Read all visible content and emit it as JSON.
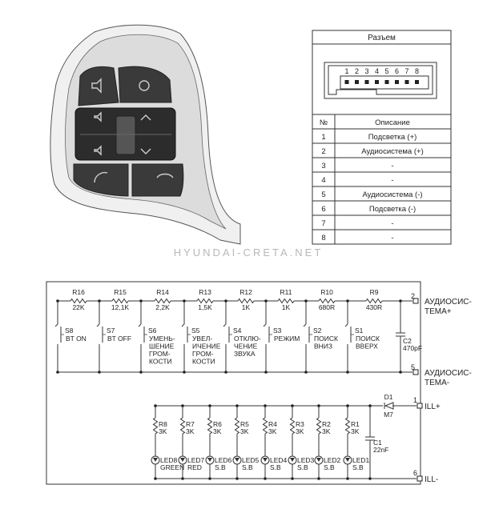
{
  "connector": {
    "title": "Разъем",
    "pins": [
      "1",
      "2",
      "3",
      "4",
      "5",
      "6",
      "7",
      "8"
    ],
    "col_no": "№",
    "col_desc": "Описание",
    "rows": [
      {
        "no": "1",
        "desc": "Подсветка (+)"
      },
      {
        "no": "2",
        "desc": "Аудиосистема (+)"
      },
      {
        "no": "3",
        "desc": "-"
      },
      {
        "no": "4",
        "desc": "-"
      },
      {
        "no": "5",
        "desc": "Аудиосистема (-)"
      },
      {
        "no": "6",
        "desc": "Подсветка (-)"
      },
      {
        "no": "7",
        "desc": "-"
      },
      {
        "no": "8",
        "desc": "-"
      }
    ]
  },
  "watermark": "HYUNDAI-CRETA.NET",
  "audio_circuit": {
    "resistors": [
      {
        "name": "R16",
        "value": "22K"
      },
      {
        "name": "R15",
        "value": "12,1K"
      },
      {
        "name": "R14",
        "value": "2,2K"
      },
      {
        "name": "R13",
        "value": "1,5K"
      },
      {
        "name": "R12",
        "value": "1K"
      },
      {
        "name": "R11",
        "value": "1K"
      },
      {
        "name": "R10",
        "value": "680R"
      },
      {
        "name": "R9",
        "value": "430R"
      }
    ],
    "switches": [
      {
        "name": "S8",
        "lines": [
          "BT ON"
        ]
      },
      {
        "name": "S7",
        "lines": [
          "BT OFF"
        ]
      },
      {
        "name": "S6",
        "lines": [
          "УМЕНЬ-",
          "ШЕНИЕ",
          "ГРОМ-",
          "КОСТИ"
        ]
      },
      {
        "name": "S5",
        "lines": [
          "УВЕЛ-",
          "ИЧЕНИЕ",
          "ГРОМ-",
          "КОСТИ"
        ]
      },
      {
        "name": "S4",
        "lines": [
          "ОТКЛЮ-",
          "ЧЕНИЕ",
          "ЗВУКА"
        ]
      },
      {
        "name": "S3",
        "lines": [
          "РЕЖИМ"
        ]
      },
      {
        "name": "S2",
        "lines": [
          "ПОИСК",
          "ВНИЗ"
        ]
      },
      {
        "name": "S1",
        "lines": [
          "ПОИСК",
          "ВВЕРХ"
        ]
      }
    ],
    "capacitor": {
      "name": "C2",
      "value": "470pF"
    },
    "pin_plus": {
      "num": "2",
      "lines": [
        "АУДИОСИС-",
        "ТЕМА+"
      ]
    },
    "pin_minus": {
      "num": "5",
      "lines": [
        "АУДИОСИС-",
        "ТЕМА-"
      ]
    }
  },
  "ill_circuit": {
    "resistors": [
      {
        "name": "R8",
        "value": "3K"
      },
      {
        "name": "R7",
        "value": "3K"
      },
      {
        "name": "R6",
        "value": "3K"
      },
      {
        "name": "R5",
        "value": "3K"
      },
      {
        "name": "R4",
        "value": "3K"
      },
      {
        "name": "R3",
        "value": "3K"
      },
      {
        "name": "R2",
        "value": "3K"
      },
      {
        "name": "R1",
        "value": "3K"
      }
    ],
    "leds": [
      {
        "name": "LED8",
        "color": "GREEN"
      },
      {
        "name": "LED7",
        "color": "RED"
      },
      {
        "name": "LED6",
        "color": "S.B"
      },
      {
        "name": "LED5",
        "color": "S.B"
      },
      {
        "name": "LED4",
        "color": "S.B"
      },
      {
        "name": "LED3",
        "color": "S.B"
      },
      {
        "name": "LED2",
        "color": "S.B"
      },
      {
        "name": "LED1",
        "color": "S.B"
      }
    ],
    "diode": {
      "name": "D1",
      "value": "M7"
    },
    "capacitor": {
      "name": "C1",
      "value": "22nF"
    },
    "pin_plus": {
      "num": "1",
      "label": "ILL+"
    },
    "pin_minus": {
      "num": "6",
      "label": "ILL-"
    }
  }
}
